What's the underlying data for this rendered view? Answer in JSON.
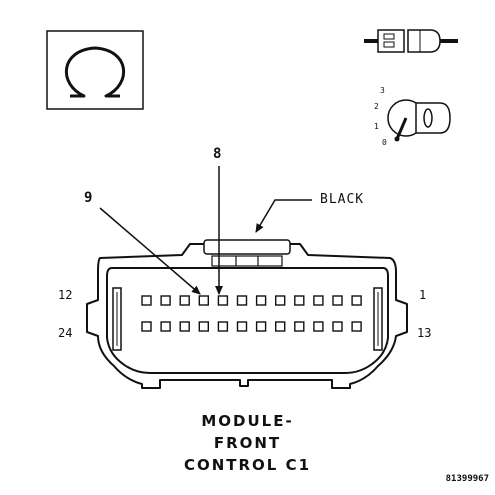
{
  "connector": {
    "color_label": "BLACK",
    "pin_row1_left": "12",
    "pin_row1_right": "1",
    "pin_row2_left": "24",
    "pin_row2_right": "13",
    "callout_pin_9": "9",
    "callout_pin_8": "8",
    "pins_per_row": 12,
    "rows": 2
  },
  "caption": {
    "line1": "MODULE-",
    "line2": "FRONT",
    "line3": "CONTROL C1"
  },
  "figure_number": "81399967",
  "ignition_positions": [
    "3",
    "2",
    "1",
    "0"
  ],
  "colors": {
    "line": "#111111",
    "background": "#ffffff"
  }
}
